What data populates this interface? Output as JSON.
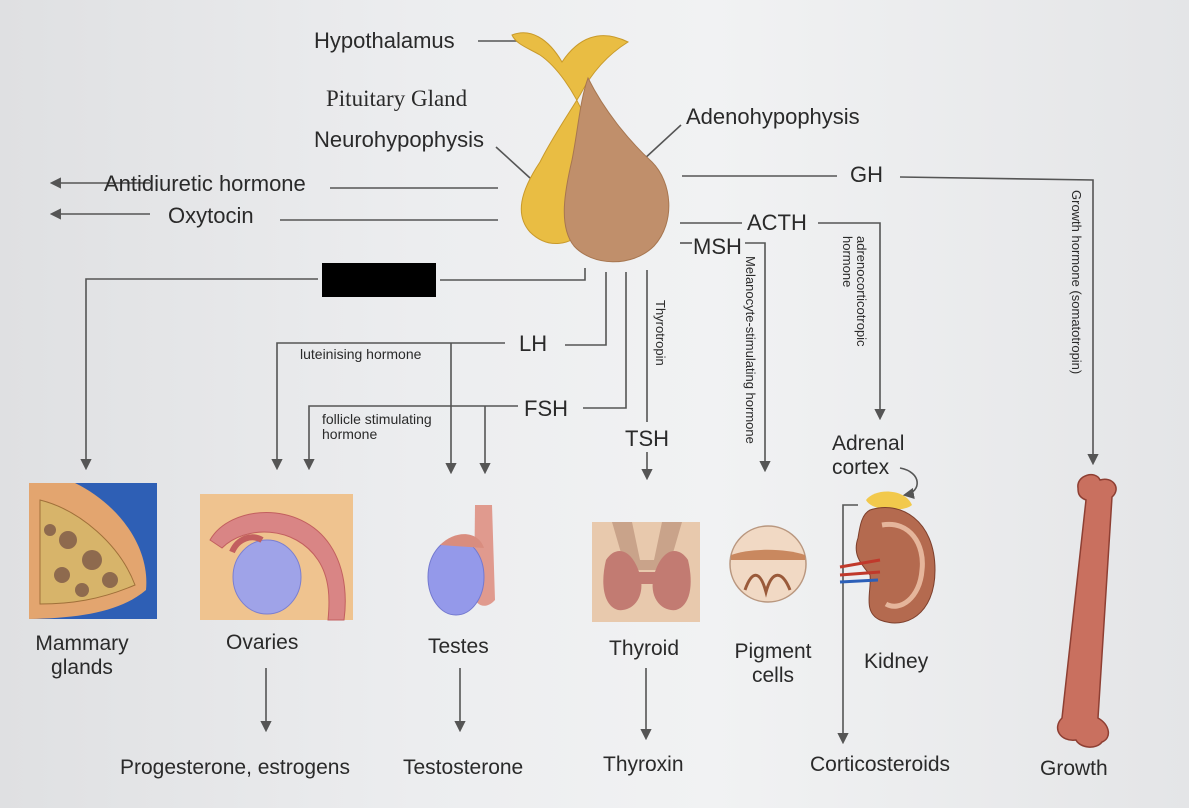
{
  "glands": {
    "hypothalamus": "Hypothalamus",
    "pituitary": "Pituitary Gland",
    "neurohypophysis": "Neurohypophysis",
    "adenohypophysis": "Adenohypophysis"
  },
  "posterior_hormones": {
    "antidiuretic": "Antidiuretic hormone",
    "oxytocin": "Oxytocin"
  },
  "anterior_hormones": {
    "gh": "GH",
    "gh_full": "Growth hormone (somatotropin)",
    "acth": "ACTH",
    "acth_full": "adrenocorticotropic hormone",
    "msh": "MSH",
    "msh_full": "Melanocyte-stimulating hormone",
    "lh": "LH",
    "lh_full": "luteinising hormone",
    "fsh": "FSH",
    "fsh_full": "follicle stimulating hormone",
    "tsh": "TSH",
    "tsh_full": "Thyrotropin"
  },
  "targets": {
    "mammary": "Mammary glands",
    "ovaries": "Ovaries",
    "testes": "Testes",
    "thyroid": "Thyroid",
    "pigment": "Pigment cells",
    "adrenal": "Adrenal cortex",
    "kidney": "Kidney"
  },
  "products": {
    "ovaries": "Progesterone, estrogens",
    "testes": "Testosterone",
    "thyroid": "Thyroxin",
    "adrenal": "Corticosteroids",
    "bone": "Growth"
  },
  "colors": {
    "neuro": "#e9bd43",
    "adeno": "#c08f6b",
    "line": "#555555",
    "redaction": "#000000"
  }
}
